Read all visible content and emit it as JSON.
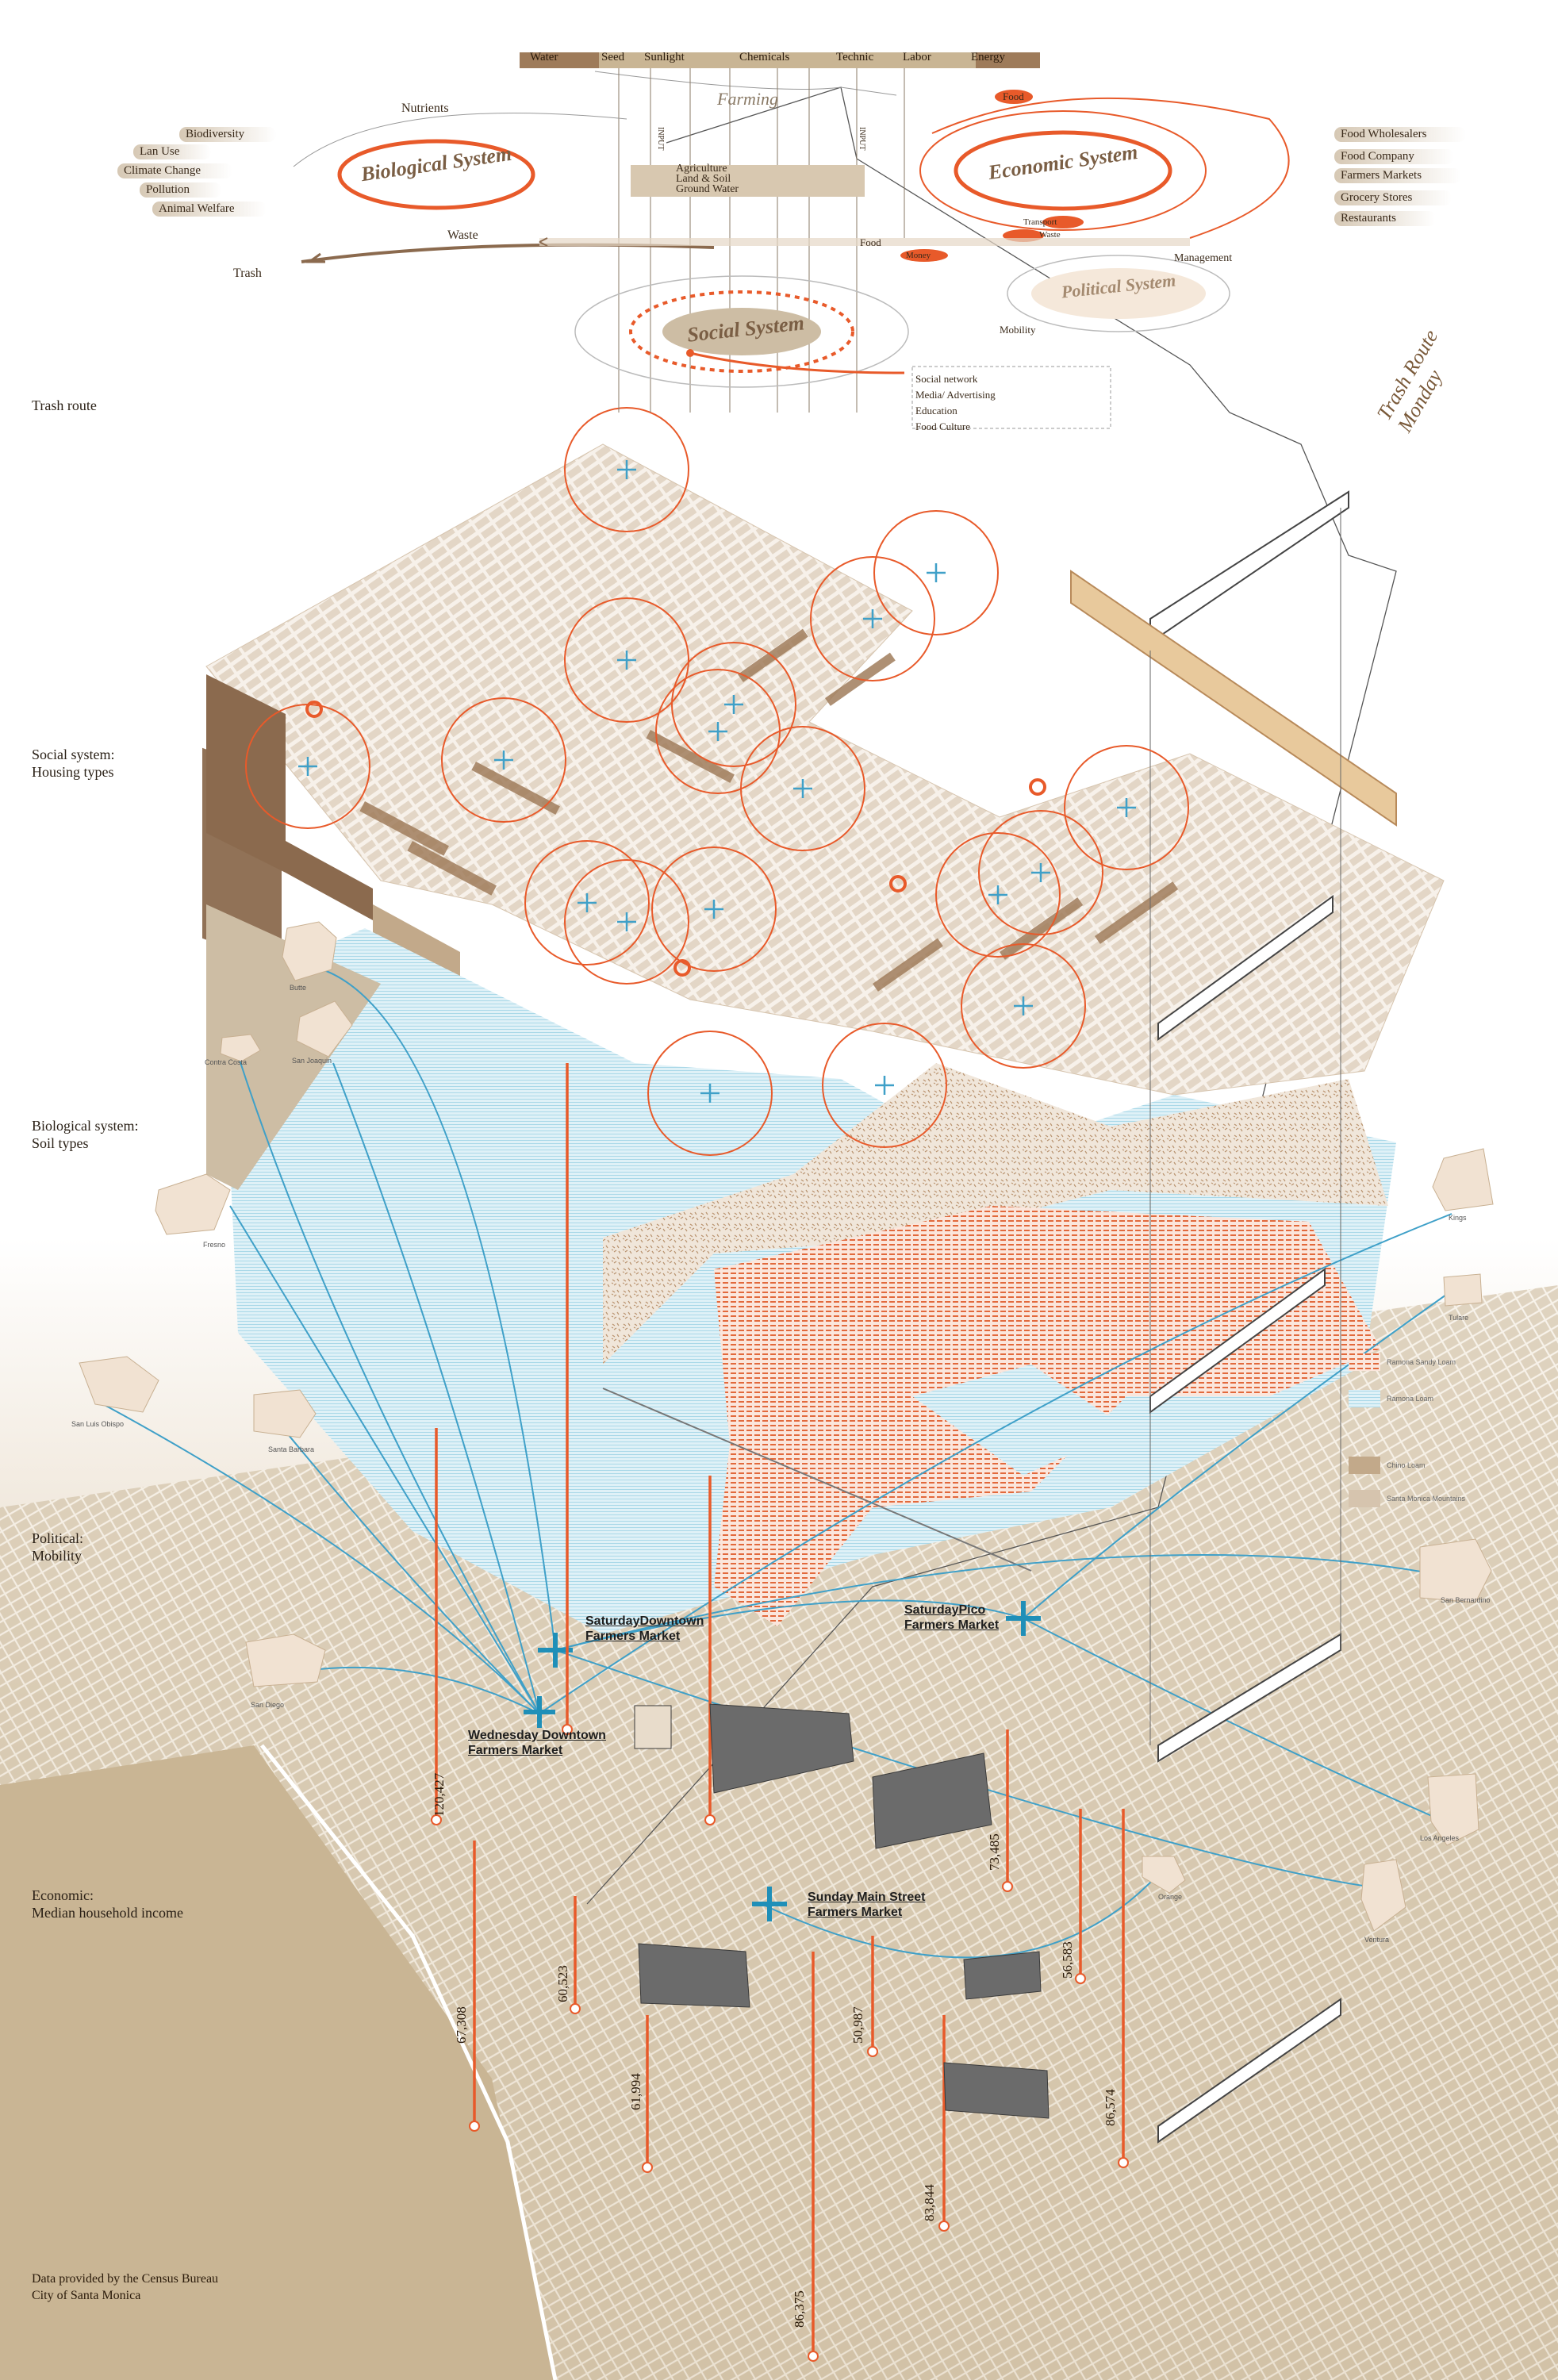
{
  "colors": {
    "orange": "#e85a2a",
    "blue": "#3fa0c8",
    "brown": "#7a5a3a",
    "tan": "#cdbda4"
  },
  "side_labels": {
    "trash": "Trash route",
    "social": [
      "Social system:",
      "Housing types"
    ],
    "biological": [
      "Biological system:",
      "Soil types"
    ],
    "political": [
      "Political:",
      "Mobility"
    ],
    "economic": [
      "Economic:",
      "Median household income"
    ]
  },
  "footer": [
    "Data provided by the Census Bureau",
    "City of Santa Monica"
  ],
  "top_bar": [
    "Water",
    "Seed",
    "Sunlight",
    "Chemicals",
    "Technic",
    "Labor",
    "Energy"
  ],
  "farming": "Farming",
  "input_left": "INPUT",
  "input_right": "INPUT",
  "farm_box": [
    "Agriculture",
    "Land & Soil",
    "Ground Water"
  ],
  "systems": {
    "biological": "Biological System",
    "economic": "Economic System",
    "social": "Social System",
    "political": "Political System"
  },
  "biological_tags": [
    "Biodiversity",
    "Lan Use",
    "Climate Change",
    "Pollution",
    "Animal Welfare"
  ],
  "flow_labels": {
    "nutrients": "Nutrients",
    "waste": "Waste",
    "trash": "Trash",
    "food_top": "Food",
    "food_mid": "Food",
    "money": "Money",
    "transport": "Transport",
    "waste_small": "Waste",
    "management": "Management",
    "mobility": "Mobility"
  },
  "economic_tags": [
    "Food Wholesalers",
    "Food Company",
    "Farmers Markets",
    "Grocery Stores",
    "Restaurants"
  ],
  "social_tags": [
    "Social network",
    "Media/ Advertising",
    "Education",
    "Food Culture"
  ],
  "trash_route_title": [
    "Trash Route",
    "Monday"
  ],
  "markets": {
    "saturday_downtown": [
      "SaturdayDowntown",
      "Farmers Market"
    ],
    "saturday_pico": [
      "SaturdayPico",
      "Farmers Market"
    ],
    "wednesday_downtown": [
      "Wednesday Downtown",
      "Farmers Market"
    ],
    "sunday_main": [
      "Sunday Main Street",
      "Farmers Market"
    ]
  },
  "incomes": [
    "120,427",
    "73,485",
    "60,523",
    "67,308",
    "56,583",
    "50,987",
    "61,994",
    "86,574",
    "83,844",
    "86,375"
  ],
  "counties": [
    "Butte",
    "San Joaquin",
    "Contra Costa",
    "Fresno",
    "San Luis Obispo",
    "Santa Barbara",
    "San Diego",
    "Kings",
    "Tulare",
    "San Bernardino",
    "Los Angeles",
    "Orange",
    "Ventura"
  ],
  "soil_legend": [
    "Ramona Sandy Loam",
    "Ramona Loam",
    "Chino Loam",
    "Santa Monica Mountains"
  ]
}
